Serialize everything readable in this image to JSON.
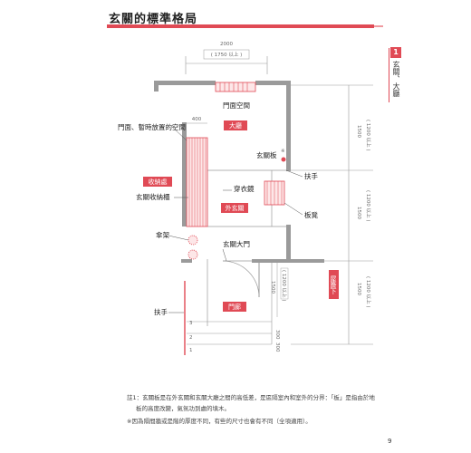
{
  "page": {
    "title": "玄關的標準格局",
    "chapter_number": "1",
    "chapter_name": "玄關、大廳",
    "page_number": "9"
  },
  "dimensions": {
    "total_width": "2000",
    "min_width": "( 1750 以上 )",
    "shelf_depth": "400",
    "hall_depth": "1500",
    "hall_depth_min": "( 1200 以上 )",
    "step_depth": "1500",
    "step_depth_min": "( 1200 以上 )",
    "entry_depth_1": "1500",
    "entry_depth_1_min": "( 1200 以上 )",
    "entry_depth_2": "1500",
    "entry_depth_2_min": "( 1200 以上 )",
    "stair_300_a": "300",
    "stair_300_b": "300",
    "stair_1": "1",
    "stair_2": "2",
    "stair_3": "3"
  },
  "labels": {
    "door_space": "門面空間",
    "door_temp_space": "門面、暫時放置的空間",
    "entry_board": "玄關板",
    "entry_board_mark": "※",
    "handrail_upper": "扶手",
    "wardrobe": "穿衣鏡",
    "storage_cabinet": "玄關收納櫃",
    "bench": "板凳",
    "umbrella_stand": "傘架",
    "front_door": "玄關大門",
    "handrail_lower": "扶手"
  },
  "tags": {
    "hall": "大廳",
    "storage": "收納處",
    "outer_entry": "外玄關",
    "porch": "門廊",
    "inner_area": "屋簷下"
  },
  "notes": {
    "note1": "註1：玄關板是在外玄關和玄關大廳之間的高低差，是區隔室內和室外的分界：「板」是指由於地",
    "note1_cont": "板的高度改變，氣氛功到處的填木。",
    "note2": "※因為隔間牆或是階的厚度不同，有些的尺寸也會有不同（全項適用）。"
  },
  "colors": {
    "accent": "#e04a55",
    "wall": "#9a9a9a",
    "shade": "#e8a3a8"
  }
}
